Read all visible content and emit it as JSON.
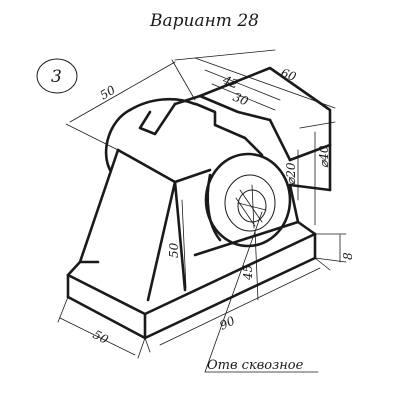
{
  "header": {
    "title": "Вариант 28"
  },
  "badge": {
    "number": "3"
  },
  "dimensions": {
    "top_length": "50",
    "slot_width_outer": "42",
    "slot_width_inner": "30",
    "overall_depth": "60",
    "diameter_small": "⌀20",
    "diameter_large": "⌀40",
    "front_height": "50",
    "base_height": "8",
    "bore_offset": "45",
    "base_length": "90",
    "base_width": "50"
  },
  "note": {
    "text": "Отв сквозное"
  },
  "colors": {
    "ink": "#1a1a1a",
    "paper": "#ffffff"
  }
}
